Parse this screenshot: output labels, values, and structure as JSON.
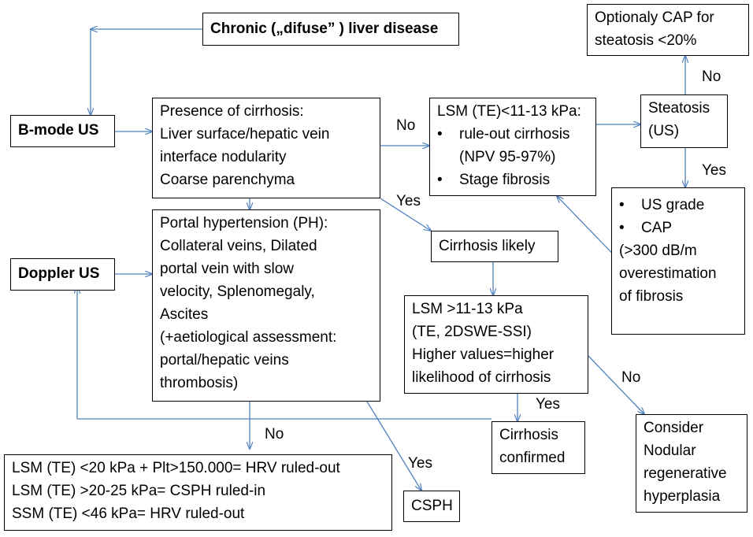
{
  "boxes": {
    "chronic": "Chronic („difuse” ) liver disease",
    "bmode": "B-mode US",
    "doppler": "Doppler US",
    "cirrhosis_presence": [
      "Presence of cirrhosis:",
      "Liver surface/hepatic vein",
      "interface nodularity",
      "Coarse parenchyma"
    ],
    "lsm_te": {
      "title": "LSM (TE)<11-13 kPa:",
      "item1": "rule-out cirrhosis",
      "item1_sub": "(NPV 95-97%)",
      "item2": "Stage fibrosis"
    },
    "cap_optional": [
      "Optionaly CAP for",
      "steatosis <20%"
    ],
    "steatosis": [
      "Steatosis",
      "(US)"
    ],
    "us_grade": {
      "item1": "US grade",
      "item2": "CAP",
      "rest": [
        "(>300 dB/m",
        "overestimation",
        "of fibrosis"
      ]
    },
    "portal_htn": [
      "Portal hypertension (PH):",
      "Collateral veins, Dilated",
      "portal vein with slow",
      "velocity, Splenomegaly,",
      "Ascites",
      "(+aetiological assessment:",
      "portal/hepatic veins",
      "thrombosis)"
    ],
    "cirrhosis_likely": "Cirrhosis likely",
    "lsm_high": [
      "LSM >11-13 kPa",
      "(TE, 2DSWE-SSI)",
      "Higher values=higher",
      "likelihood of cirrhosis"
    ],
    "cirrhosis_confirmed": [
      "Cirrhosis",
      "confirmed"
    ],
    "nodular": [
      "Consider",
      "Nodular",
      "regenerative",
      "hyperplasia"
    ],
    "lsm_bottom": [
      "LSM (TE) <20 kPa + Plt>150.000= HRV ruled-out",
      "LSM (TE) >20-25 kPa= CSPH ruled-in",
      "SSM (TE) <46 kPa= HRV ruled-out"
    ],
    "csph": "CSPH"
  },
  "labels": {
    "no1": "No",
    "no_steatosis": "No",
    "yes_steatosis": "Yes",
    "yes_cirrhosis": "Yes",
    "yes_confirmed": "Yes",
    "no_nodular": "No",
    "no_bottom": "No",
    "yes_csph": "Yes"
  },
  "colors": {
    "arrow": "#4f81bd",
    "border": "#000000"
  }
}
